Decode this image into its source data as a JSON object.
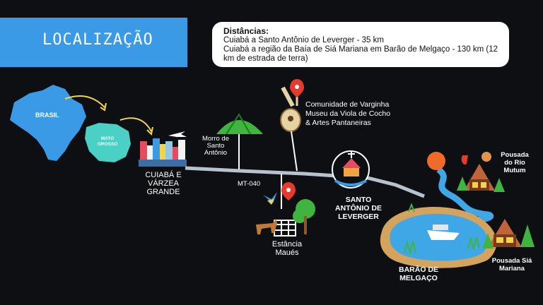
{
  "header": {
    "title": "LOCALIZAÇÃO"
  },
  "distances": {
    "title": "Distâncias:",
    "lines": [
      "Cuiabá a Santo Antônio de Leverger - 35 km",
      "Cuiabá a região da Baía de Siá Mariana em Barão de Melgaço - 130 km (12",
      "km de estrada de terra)"
    ]
  },
  "map": {
    "brasil": "BRASIL",
    "mato_grosso_1": "MATO",
    "mato_grosso_2": "GROSSO",
    "cuiaba_1": "CUIABÁ E",
    "cuiaba_2": "VÁRZEA",
    "cuiaba_3": "GRANDE",
    "morro_1": "Morro de",
    "morro_2": "Santo",
    "morro_3": "Antônio",
    "road": "MT-040",
    "museu_1": "Comunidade de Varginha",
    "museu_2": "Museu da Viola de Cocho",
    "museu_3": "& Artes Pantaneiras",
    "estancia_1": "Estância",
    "estancia_2": "Maués",
    "santo_1": "SANTO",
    "santo_2": "ANTÔNIO DE",
    "santo_3": "LEVERGER",
    "barao_1": "BARÃO DE",
    "barao_2": "MELGAÇO",
    "rio_mutum_1": "Pousada",
    "rio_mutum_2": "do Rio",
    "rio_mutum_3": "Mutum",
    "sia_mariana_1": "Pousada Siá",
    "sia_mariana_2": "Mariana"
  },
  "colors": {
    "title_bg": "#3b9ae6",
    "brasil": "#3b9ae6",
    "mato_grosso": "#4ad0c4",
    "road": "#b9c2cc",
    "pin": "#e53b2c",
    "water": "#3fa7e6",
    "land": "#d4a35e"
  }
}
